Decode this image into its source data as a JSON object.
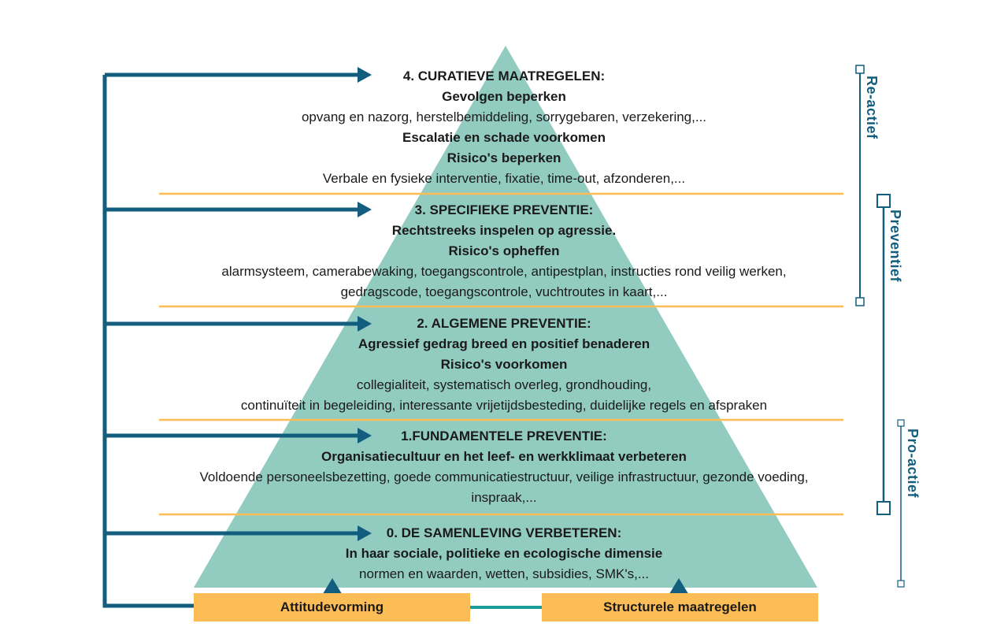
{
  "levels": [
    {
      "title": "4. CURATIEVE MAATREGELEN:",
      "lines": [
        {
          "text": "Gevolgen beperken",
          "bold": true
        },
        {
          "text": "opvang en nazorg, herstelbemiddeling, sorrygebaren, verzekering,...",
          "bold": false
        },
        {
          "text": "Escalatie en schade voorkomen",
          "bold": true
        },
        {
          "text": "Risico's beperken",
          "bold": true
        },
        {
          "text": "Verbale en fysieke interventie, fixatie, time-out, afzonderen,...",
          "bold": false
        }
      ]
    },
    {
      "title": "3. SPECIFIEKE PREVENTIE:",
      "lines": [
        {
          "text": "Rechtstreeks inspelen op agressie.",
          "bold": true
        },
        {
          "text": "Risico's opheffen",
          "bold": true
        },
        {
          "text": "alarmsysteem, camerabewaking, toegangscontrole, antipestplan, instructies rond veilig werken,",
          "bold": false
        },
        {
          "text": "gedragscode, toegangscontrole, vuchtroutes in kaart,...",
          "bold": false
        }
      ]
    },
    {
      "title": "2. ALGEMENE PREVENTIE:",
      "lines": [
        {
          "text": "Agressief gedrag breed en positief benaderen",
          "bold": true
        },
        {
          "text": "Risico's voorkomen",
          "bold": true
        },
        {
          "text": "collegialiteit, systematisch overleg, grondhouding,",
          "bold": false
        },
        {
          "text": "continuïteit in begeleiding, interessante vrijetijdsbesteding, duidelijke regels en afspraken",
          "bold": false
        }
      ]
    },
    {
      "title": "1.FUNDAMENTELE PREVENTIE:",
      "lines": [
        {
          "text": "Organisatiecultuur en het leef- en werkklimaat verbeteren",
          "bold": true
        },
        {
          "text": "Voldoende personeelsbezetting, goede communicatiestructuur, veilige infrastructuur, gezonde voeding,",
          "bold": false
        },
        {
          "text": "inspraak,...",
          "bold": false
        }
      ]
    },
    {
      "title": "0. DE SAMENLEVING VERBETEREN:",
      "lines": [
        {
          "text": "In haar sociale, politieke en ecologische dimensie",
          "bold": true
        },
        {
          "text": "normen en waarden, wetten, subsidies, SMK's,...",
          "bold": false
        }
      ]
    }
  ],
  "boxes": {
    "left": "Attitudevorming",
    "right": "Structurele maatregelen"
  },
  "side_labels": {
    "reactief": "Re-actief",
    "preventief": "Preventief",
    "proactief": "Pro-actief"
  },
  "colors": {
    "pyramid": "#92cbc0",
    "arrow": "#135d7e",
    "separator": "#fdbd56",
    "box": "#fdbd56",
    "connector": "#1a9e9a"
  }
}
